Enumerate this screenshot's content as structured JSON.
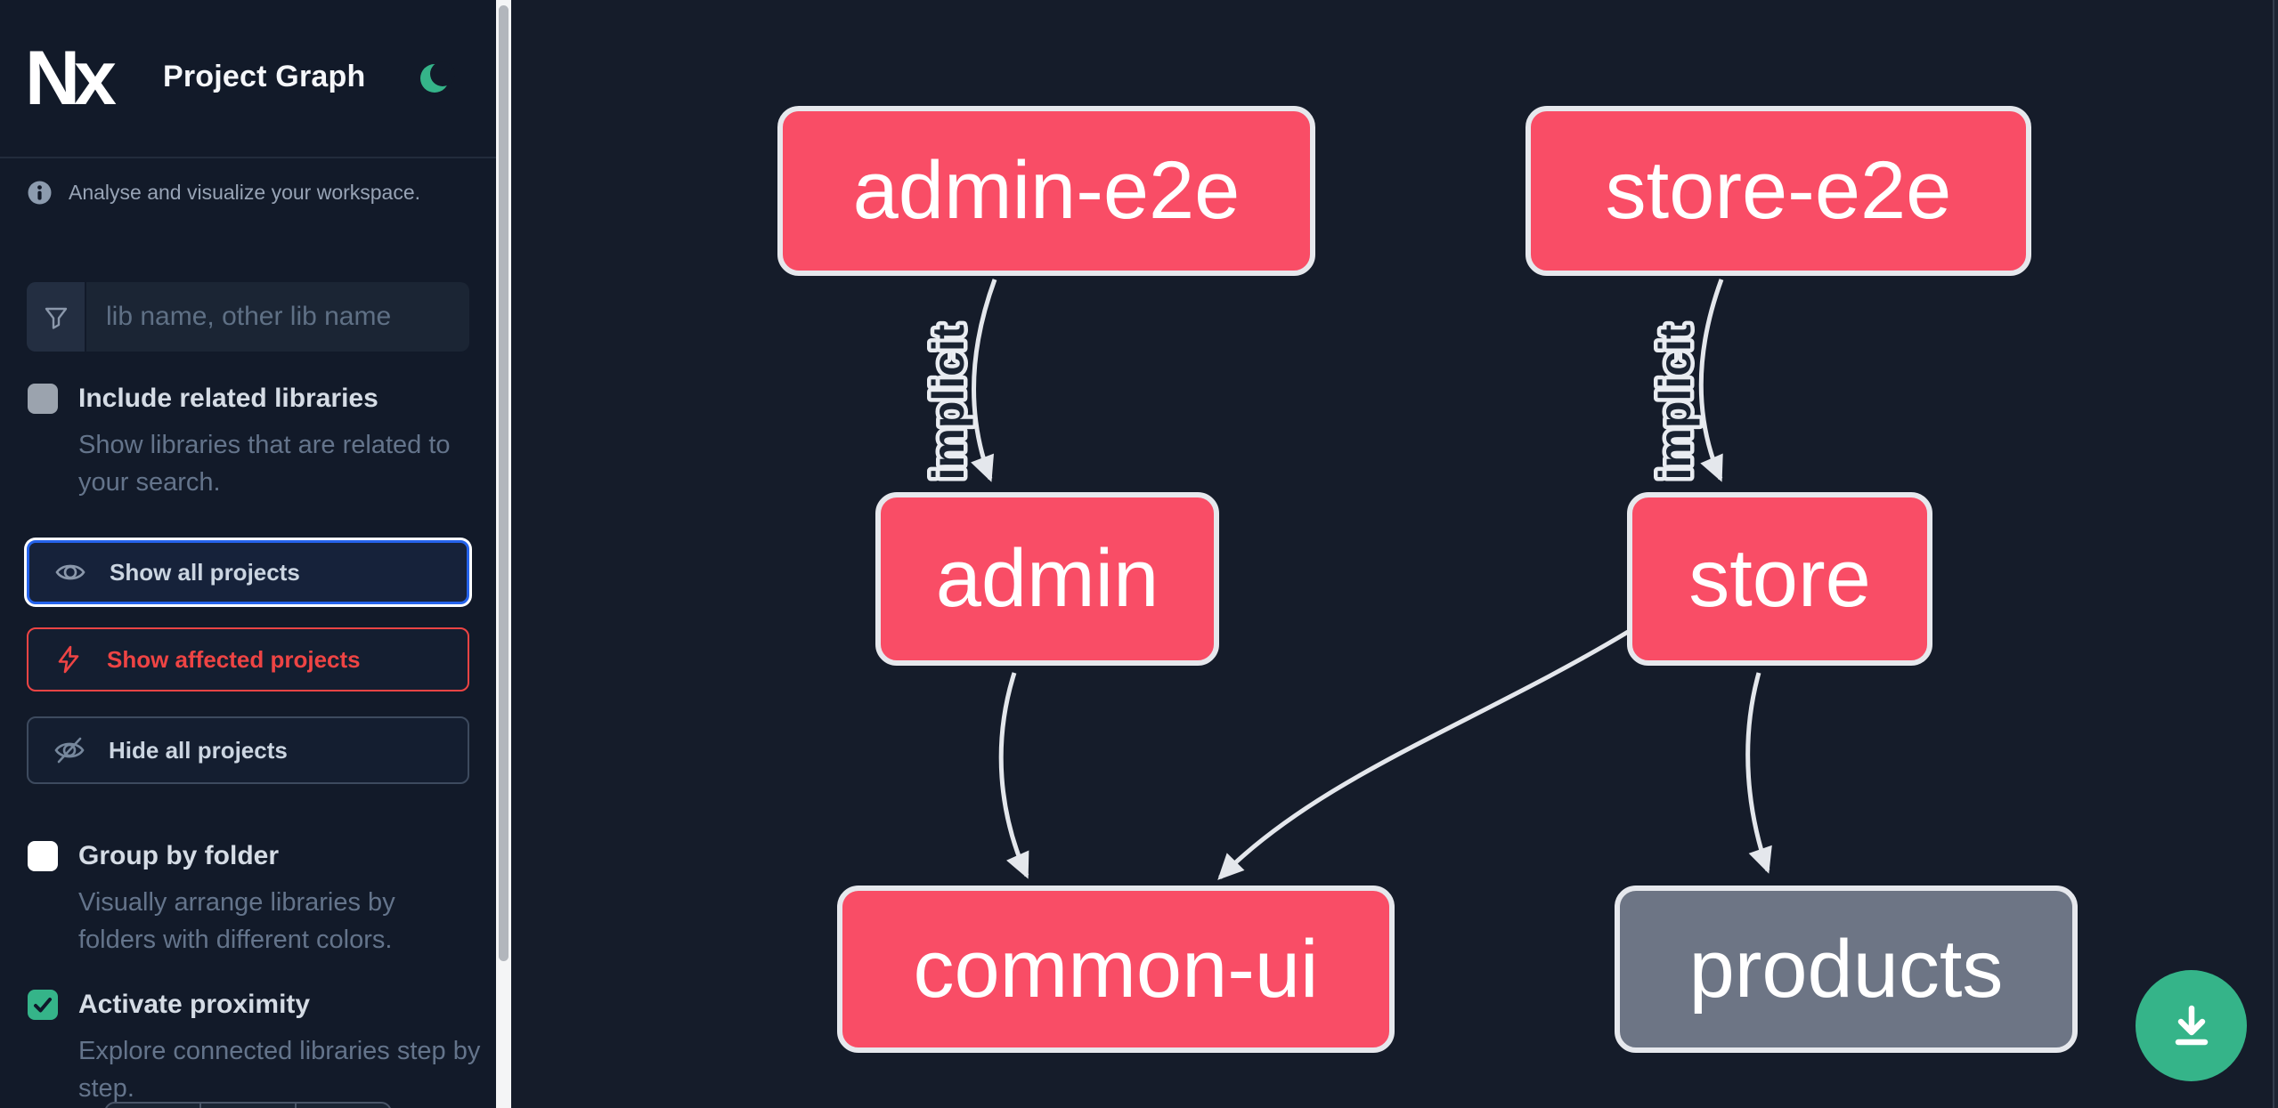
{
  "app": {
    "logo_text": "Nx",
    "title": "Project Graph"
  },
  "sidebar": {
    "description": "Analyse and visualize your workspace.",
    "search": {
      "placeholder": "lib name, other lib name",
      "value": ""
    },
    "options": {
      "include_related": {
        "label": "Include related libraries",
        "description": "Show libraries that are related to your search.",
        "checked": false
      },
      "group_by_folder": {
        "label": "Group by folder",
        "description": "Visually arrange libraries by folders with different colors.",
        "checked": false
      },
      "activate_proximity": {
        "label": "Activate proximity",
        "description": "Explore connected libraries step by step.",
        "checked": true
      }
    },
    "actions": {
      "show_all": {
        "label": "Show all projects",
        "focused": true
      },
      "show_affected": {
        "label": "Show affected projects"
      },
      "hide_all": {
        "label": "Hide all projects"
      }
    }
  },
  "graph": {
    "nodes": [
      {
        "id": "admin-e2e",
        "label": "admin-e2e",
        "color": "#f94d66"
      },
      {
        "id": "store-e2e",
        "label": "store-e2e",
        "color": "#f94d66"
      },
      {
        "id": "admin",
        "label": "admin",
        "color": "#f94d66"
      },
      {
        "id": "store",
        "label": "store",
        "color": "#f94d66"
      },
      {
        "id": "common-ui",
        "label": "common-ui",
        "color": "#f94d66"
      },
      {
        "id": "products",
        "label": "products",
        "color": "#6d7585"
      }
    ],
    "edges": [
      {
        "source": "admin-e2e",
        "target": "admin",
        "label": "implicit"
      },
      {
        "source": "store-e2e",
        "target": "store",
        "label": "implicit"
      },
      {
        "source": "admin",
        "target": "common-ui",
        "label": ""
      },
      {
        "source": "store",
        "target": "common-ui",
        "label": ""
      },
      {
        "source": "store",
        "target": "products",
        "label": ""
      }
    ]
  },
  "colors": {
    "sidebar_bg": "#121a29",
    "canvas_bg": "#151c2a",
    "accent_green": "#35b489",
    "focus_blue": "#2563eb",
    "danger_red": "#ee4444",
    "node_pink": "#f94d66",
    "node_gray": "#6d7585",
    "edge": "#e4e7ec"
  }
}
